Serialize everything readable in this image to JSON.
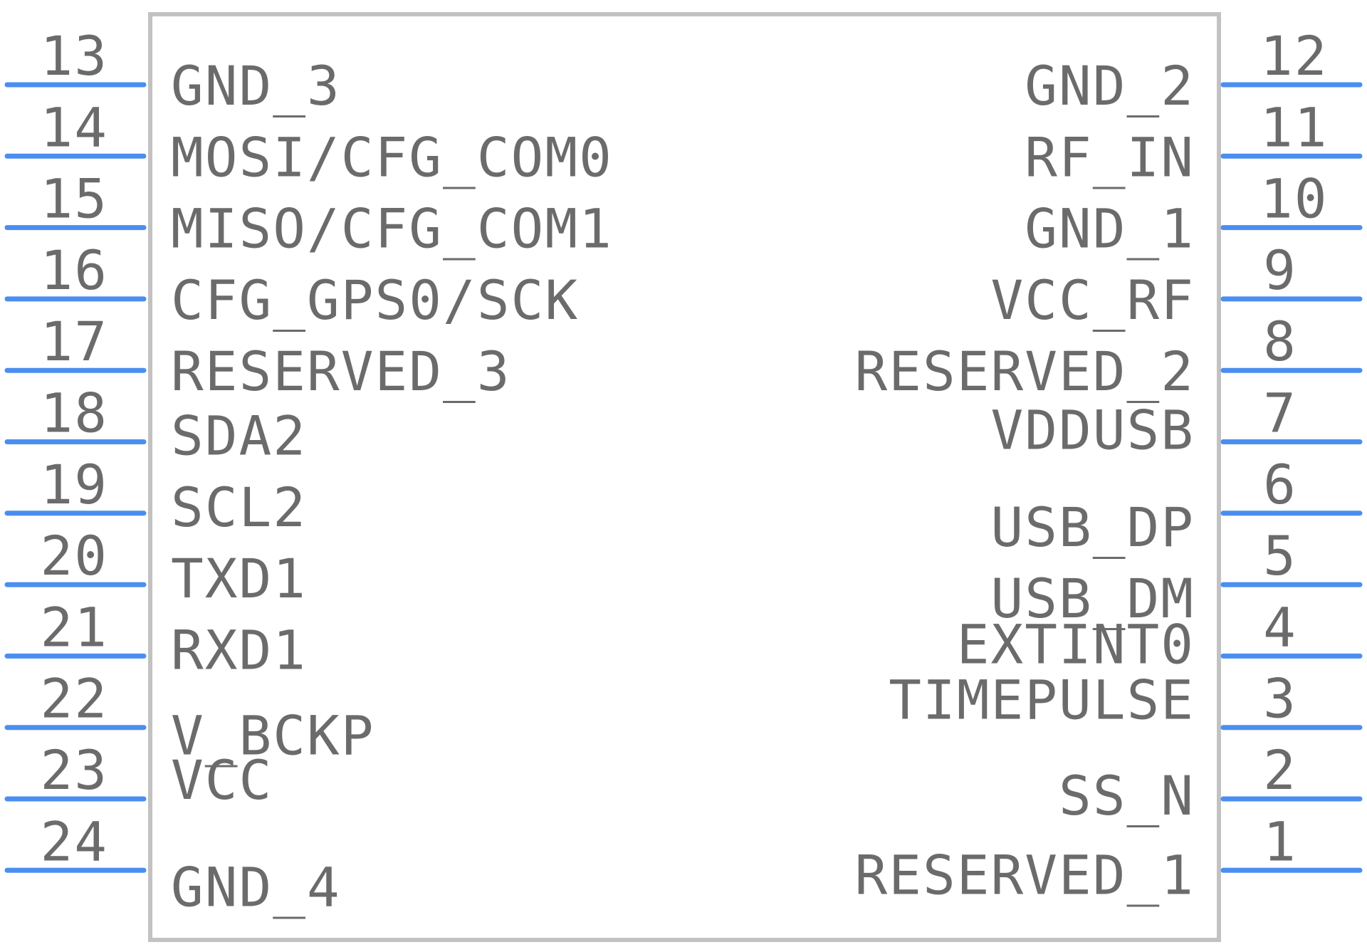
{
  "colors": {
    "pin": "#4a8ef0",
    "body": "#c2c2c2",
    "text": "#6b6b6b"
  },
  "left_pins": [
    {
      "number": "13",
      "name": "GND_3"
    },
    {
      "number": "14",
      "name": "MOSI/CFG_COM0"
    },
    {
      "number": "15",
      "name": "MISO/CFG_COM1"
    },
    {
      "number": "16",
      "name": "CFG_GPS0/SCK"
    },
    {
      "number": "17",
      "name": "RESERVED_3"
    },
    {
      "number": "18",
      "name": "SDA2"
    },
    {
      "number": "19",
      "name": "SCL2"
    },
    {
      "number": "20",
      "name": "TXD1"
    },
    {
      "number": "21",
      "name": "RXD1"
    },
    {
      "number": "22",
      "name": "V_BCKP"
    },
    {
      "number": "23",
      "name": "VCC"
    },
    {
      "number": "24",
      "name": "GND_4"
    }
  ],
  "right_pins": [
    {
      "number": "12",
      "name": "GND_2"
    },
    {
      "number": "11",
      "name": "RF_IN"
    },
    {
      "number": "10",
      "name": "GND_1"
    },
    {
      "number": "9",
      "name": "VCC_RF"
    },
    {
      "number": "8",
      "name": "RESERVED_2"
    },
    {
      "number": "7",
      "name": "VDDUSB"
    },
    {
      "number": "6",
      "name": "USB_DP"
    },
    {
      "number": "5",
      "name": "USB_DM"
    },
    {
      "number": "4",
      "name": "EXTINT0"
    },
    {
      "number": "3",
      "name": "TIMEPULSE"
    },
    {
      "number": "2",
      "name": "SS_N"
    },
    {
      "number": "1",
      "name": "RESERVED_1"
    }
  ]
}
